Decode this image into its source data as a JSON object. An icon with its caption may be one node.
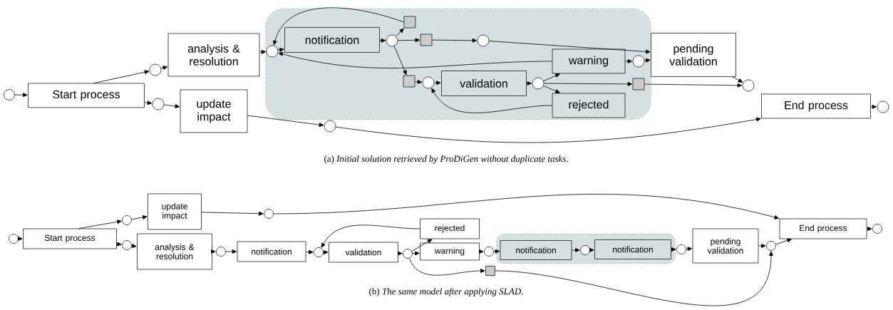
{
  "diagram": {
    "nodes": [
      {
        "text": [],
        "shape": "circle"
      },
      {
        "text": [
          "Start process"
        ]
      },
      {
        "text": [],
        "shape": "circle"
      },
      {
        "text": [
          "analysis & resolution"
        ]
      },
      {
        "text": [],
        "shape": "circle"
      },
      {
        "text": [
          "update impact"
        ]
      },
      {
        "text": [],
        "shape": "box"
      },
      {
        "text": [],
        "shape": "circle",
        "in": 6
      },
      {
        "text": [
          "notification"
        ],
        "in": 6
      },
      {
        "text": [],
        "shape": "circle",
        "in": 6
      },
      {
        "text": [],
        "shape": "box",
        "in": 6
      },
      {
        "text": [],
        "shape": "box",
        "in": 6
      },
      {
        "text": [],
        "shape": "circle",
        "in": 6
      },
      {
        "text": [],
        "shape": "box",
        "in": 6
      },
      {
        "text": [],
        "shape": "circle",
        "in": 6
      },
      {
        "text": [
          "validation"
        ],
        "in": 6
      },
      {
        "text": [],
        "shape": "circle",
        "in": 6
      },
      {
        "text": [
          "warning"
        ],
        "in": 6
      },
      {
        "text": [
          "rejected"
        ],
        "in": 6
      },
      {
        "text": [],
        "shape": "circle",
        "in": 6
      },
      {
        "text": [],
        "shape": "box",
        "in": 6
      },
      {
        "text": [
          "pending validation"
        ]
      },
      {
        "text": [],
        "shape": "circle"
      },
      {
        "text": [
          "End process"
        ]
      },
      {
        "text": [],
        "shape": "circle"
      },
      {
        "text": [],
        "shape": "circle"
      },
      {
        "text": [],
        "shape": "circle"
      },
      {
        "text": [
          "Start process"
        ]
      },
      {
        "text": [],
        "shape": "circle"
      },
      {
        "text": [
          "update impact"
        ]
      },
      {
        "text": [],
        "shape": "circle"
      },
      {
        "text": [
          "analysis & resolution"
        ]
      },
      {
        "text": [],
        "shape": "circle"
      },
      {
        "text": [
          "notification"
        ]
      },
      {
        "text": [],
        "shape": "circle"
      },
      {
        "text": [
          "validation"
        ]
      },
      {
        "text": [],
        "shape": "circle"
      },
      {
        "text": [
          "rejected"
        ]
      },
      {
        "text": [
          "warning"
        ]
      },
      {
        "text": [],
        "shape": "circle"
      },
      {
        "text": [],
        "shape": "box"
      },
      {
        "text": [
          "notification"
        ],
        "in": 40
      },
      {
        "text": [],
        "shape": "circle",
        "in": 40
      },
      {
        "text": [
          "notification"
        ],
        "in": 40
      },
      {
        "text": [],
        "shape": "circle"
      },
      {
        "text": [
          "pending validation"
        ]
      },
      {
        "text": [],
        "shape": "circle"
      },
      {
        "text": [
          "End process"
        ]
      },
      {
        "text": [],
        "shape": "circle"
      },
      {
        "text": [],
        "shape": "circle"
      },
      {
        "text": [],
        "shape": "box"
      }
    ],
    "edges": [
      {
        "from": 0,
        "to": 1,
        "arrow": "to"
      },
      {
        "from": 1,
        "to": 2,
        "arrow": "to"
      },
      {
        "from": 2,
        "to": 3,
        "arrow": "to"
      },
      {
        "from": 1,
        "to": 4,
        "arrow": "to"
      },
      {
        "from": 4,
        "to": 5,
        "arrow": "to"
      },
      {
        "from": 3,
        "to": 7,
        "arrow": "to"
      },
      {
        "from": 7,
        "to": 8,
        "arrow": "to"
      },
      {
        "from": 8,
        "to": 9,
        "arrow": "to"
      },
      {
        "from": 9,
        "to": 10,
        "arrow": "to"
      },
      {
        "from": 9,
        "to": 11,
        "arrow": "to"
      },
      {
        "from": 11,
        "to": 12,
        "arrow": "to"
      },
      {
        "from": 12,
        "to": 21,
        "arrow": "to"
      },
      {
        "from": 9,
        "to": 13,
        "arrow": "to"
      },
      {
        "from": 13,
        "to": 14,
        "arrow": "to"
      },
      {
        "from": 14,
        "to": 15,
        "arrow": "to"
      },
      {
        "from": 15,
        "to": 16,
        "arrow": "to"
      },
      {
        "from": 16,
        "to": 17,
        "arrow": "to"
      },
      {
        "from": 16,
        "to": 18,
        "arrow": "to"
      },
      {
        "from": 16,
        "to": 20,
        "arrow": "to"
      },
      {
        "from": 17,
        "to": 19,
        "arrow": "to"
      },
      {
        "from": 19,
        "to": 21,
        "arrow": "to"
      },
      {
        "from": 18,
        "to": 14,
        "arrow": "to"
      },
      {
        "from": 17,
        "to": 7,
        "arrow": "to"
      },
      {
        "from": 10,
        "to": 7,
        "arrow": "to"
      },
      {
        "from": 21,
        "to": 22,
        "arrow": "to"
      },
      {
        "from": 20,
        "to": 22,
        "arrow": "to"
      },
      {
        "from": 5,
        "to": 25,
        "arrow": "to"
      },
      {
        "from": 25,
        "to": 23,
        "arrow": "to"
      },
      {
        "from": 23,
        "to": 24,
        "arrow": "to"
      },
      {
        "from": 26,
        "to": 27,
        "arrow": "to"
      },
      {
        "from": 27,
        "to": 28,
        "arrow": "to"
      },
      {
        "from": 28,
        "to": 29,
        "arrow": "to"
      },
      {
        "from": 27,
        "to": 30,
        "arrow": "to"
      },
      {
        "from": 30,
        "to": 31,
        "arrow": "to"
      },
      {
        "from": 31,
        "to": 32,
        "arrow": "to"
      },
      {
        "from": 32,
        "to": 33,
        "arrow": "to"
      },
      {
        "from": 33,
        "to": 34,
        "arrow": "to"
      },
      {
        "from": 34,
        "to": 35,
        "arrow": "to"
      },
      {
        "from": 35,
        "to": 36,
        "arrow": "to"
      },
      {
        "from": 36,
        "to": 37,
        "arrow": "to"
      },
      {
        "from": 36,
        "to": 38,
        "arrow": "to"
      },
      {
        "from": 37,
        "to": 34,
        "arrow": "to"
      },
      {
        "from": 38,
        "to": 39,
        "arrow": "to"
      },
      {
        "from": 39,
        "to": 41,
        "arrow": "to"
      },
      {
        "from": 41,
        "to": 42,
        "arrow": "to"
      },
      {
        "from": 42,
        "to": 43,
        "arrow": "to"
      },
      {
        "from": 43,
        "to": 44,
        "arrow": "to"
      },
      {
        "from": 44,
        "to": 45,
        "arrow": "to"
      },
      {
        "from": 45,
        "to": 46,
        "arrow": "to"
      },
      {
        "from": 46,
        "to": 47,
        "arrow": "to"
      },
      {
        "from": 47,
        "to": 48,
        "arrow": "to"
      },
      {
        "from": 29,
        "to": 49,
        "arrow": "to"
      },
      {
        "from": 49,
        "to": 47,
        "arrow": "to"
      },
      {
        "from": 36,
        "to": 50,
        "arrow": "to"
      },
      {
        "from": 50,
        "to": 46,
        "arrow": "to"
      }
    ],
    "labels": [
      "(a) *Initial solution retrieved by ProDiGen without duplicate tasks.*",
      "(b) *The same model after applying SLAD.*"
    ]
  }
}
